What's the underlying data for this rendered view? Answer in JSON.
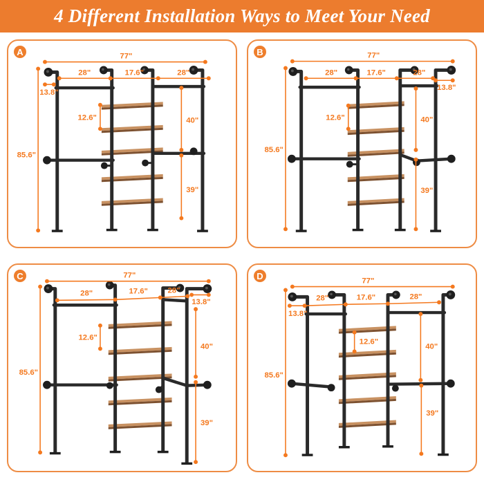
{
  "header": {
    "title": "4 Different Installation Ways to Meet Your Need",
    "background_color": "#ec7c2e",
    "text_color": "#ffffff"
  },
  "colors": {
    "dimension_orange": "#f4791f",
    "panel_border_orange": "#ee8c44",
    "badge_orange": "#ee7e2c",
    "pipe_black": "#2a2a2a",
    "wood_top": "#c89161",
    "wood_edge": "#7d5130"
  },
  "panels": [
    {
      "label": "A",
      "dims": {
        "overall_width": "77\"",
        "section_left": "28\"",
        "section_middle": "17.6\"",
        "section_right": "28\"",
        "rod_drop": "13.8\"",
        "shelf_gap": "12.6\"",
        "upper_span": "40\"",
        "total_height": "85.6\"",
        "lower_span": "39\""
      }
    },
    {
      "label": "B",
      "dims": {
        "overall_width": "77\"",
        "section_left": "28\"",
        "section_middle": "17.6\"",
        "section_right": "28\"",
        "rod_drop": "13.8\"",
        "shelf_gap": "12.6\"",
        "upper_span": "40\"",
        "total_height": "85.6\"",
        "lower_span": "39\""
      }
    },
    {
      "label": "C",
      "dims": {
        "overall_width": "77\"",
        "section_left": "28\"",
        "section_middle": "17.6\"",
        "section_right": "28\"",
        "rod_drop": "13.8\"",
        "shelf_gap": "12.6\"",
        "upper_span": "40\"",
        "total_height": "85.6\"",
        "lower_span": "39\""
      }
    },
    {
      "label": "D",
      "dims": {
        "overall_width": "77\"",
        "section_left": "28\"",
        "section_middle": "17.6\"",
        "section_right": "28\"",
        "rod_drop": "13.8\"",
        "shelf_gap": "12.6\"",
        "upper_span": "40\"",
        "total_height": "85.6\"",
        "lower_span": "39\""
      }
    }
  ]
}
